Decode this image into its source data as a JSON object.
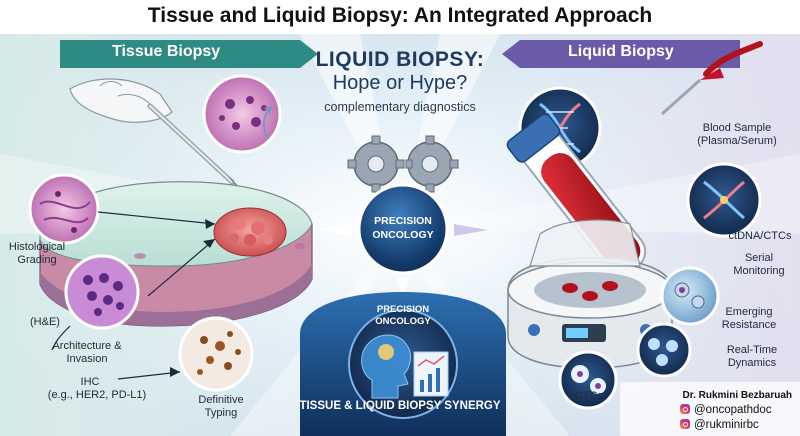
{
  "title": "Tissue and Liquid Biopsy: An Integrated Approach",
  "tissue_panel": {
    "banner": "Tissue Biopsy",
    "labels": {
      "histological_grading": "Histological Grading",
      "he": "(H&E)",
      "architecture": "Architecture & Invasion",
      "ihc": "IHC",
      "ihc_examples": "(e.g., HER2, PD-L1)",
      "definitive_typing": "Definitive Typing"
    }
  },
  "center": {
    "heading": "LIQUID BIOPSY:",
    "subheading": "Hope or Hype?",
    "tagline": "complementary diagnostics",
    "hub_label": "PRECISION ONCOLOGY",
    "lower_hub_label": "PRECISION ONCOLOGY",
    "synergy": "TISSUE & LIQUID BIOPSY SYNERGY"
  },
  "liquid_panel": {
    "banner": "Liquid Biopsy",
    "labels": {
      "blood_sample": "Blood Sample (Plasma/Serum)",
      "ctdna": "ctDNA/CTCs",
      "serial": "Serial Monitoring",
      "resistance": "Emerging Resistance",
      "realtime": "Real-Time Dynamics",
      "ctcs": "CTCs"
    }
  },
  "credit": {
    "name": "Dr. Rukmini Bezbaruah",
    "handles": [
      "@oncopathdoc",
      "@rukminirbc"
    ]
  },
  "colors": {
    "tissue_banner": "#2e8b84",
    "liquid_banner": "#6b5aa8",
    "hub": "#1d4f86",
    "blood": "#b3121c",
    "title_text": "#1f3a5f"
  },
  "icons": [
    "scalpel-icon",
    "gear-icon",
    "brain-head-icon",
    "dna-icon",
    "blood-tube-icon",
    "centrifuge-icon",
    "cell-icon",
    "instagram-icon"
  ]
}
